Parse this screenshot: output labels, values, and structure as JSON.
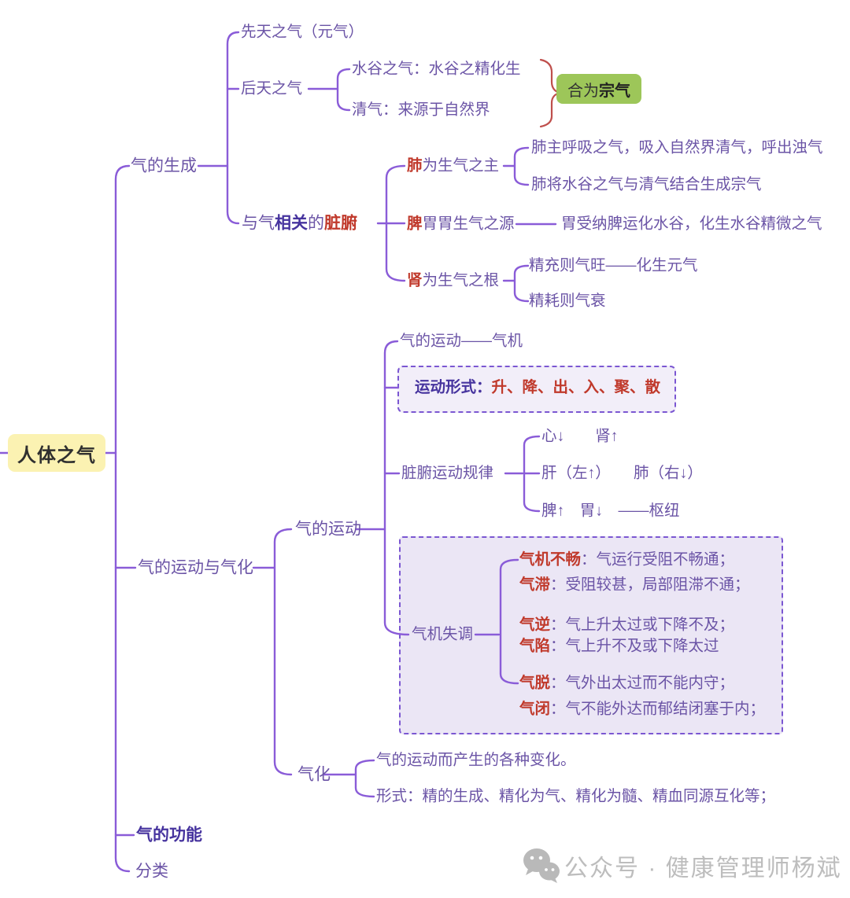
{
  "root": {
    "label": "人体之气"
  },
  "colors": {
    "line": "#8a5cd8",
    "text": "#6b54a6",
    "emphasis": "#46339e",
    "red": "#c0392b",
    "root_bg": "#fbf2b2",
    "zongqi_bg": "#9dc659",
    "dash_border": "#7b57d2",
    "xingshi_box_bg": "#f2eef9",
    "shitiao_box_bg": "#ebe6f5",
    "watermark": "#bdbdbd"
  },
  "nodes": {
    "shengcheng": [
      {
        "t": "气的生成"
      }
    ],
    "xiantian": [
      {
        "t": "先天之气（元气）"
      }
    ],
    "houtian": [
      {
        "t": "后天之气"
      }
    ],
    "shuigu": [
      {
        "t": "水谷之气：水谷之精化生"
      }
    ],
    "qingqi": [
      {
        "t": "清气：来源于自然界"
      }
    ],
    "hezong": [
      {
        "t": "合为",
        "c": "dark"
      },
      {
        "t": "宗气",
        "c": "darkb"
      }
    ],
    "zangfu": [
      {
        "t": "与气"
      },
      {
        "t": "相关",
        "c": "em"
      },
      {
        "t": "的"
      },
      {
        "t": "脏腑",
        "c": "red"
      }
    ],
    "fei": [
      {
        "t": "肺",
        "c": "red"
      },
      {
        "t": "为生气之主"
      }
    ],
    "fei_c1": [
      {
        "t": "肺主呼吸之气，吸入自然界清气，呼出浊气"
      }
    ],
    "fei_c2": [
      {
        "t": "肺将水谷之气与清气结合生成宗气"
      }
    ],
    "pi": [
      {
        "t": "脾",
        "c": "red"
      },
      {
        "t": "胃胃生气之源"
      }
    ],
    "pi_c1": [
      {
        "t": "胃受纳脾运化水谷，化生水谷精微之气"
      }
    ],
    "shen": [
      {
        "t": "肾",
        "c": "red"
      },
      {
        "t": "为生气之根"
      }
    ],
    "shen_c1": [
      {
        "t": "精充则气旺——化生元气"
      }
    ],
    "shen_c2": [
      {
        "t": "精耗则气衰"
      }
    ],
    "yunqihua": [
      {
        "t": "气的运动与气化"
      }
    ],
    "yundong": [
      {
        "t": "气的运动"
      }
    ],
    "qiji": [
      {
        "t": "气的运动——气机"
      }
    ],
    "xingshi": [
      {
        "t": "运动形式",
        "c": "em"
      },
      {
        "t": "：",
        "c": "em"
      },
      {
        "t": "升、降、出、入、聚、散",
        "c": "red"
      }
    ],
    "guilv": [
      {
        "t": "脏腑运动规律"
      }
    ],
    "xin_shen": [
      {
        "t": "心↓　　肾↑"
      }
    ],
    "gan_fei": [
      {
        "t": "肝（左↑）　　肺（右↓）"
      }
    ],
    "pi_wei": [
      {
        "t": "脾↑　胃↓　——枢纽"
      }
    ],
    "shitiao": [
      {
        "t": "气机失调"
      }
    ],
    "buchang": [
      {
        "t": "气机不畅",
        "c": "red"
      },
      {
        "t": "：气运行受阻不畅通；"
      }
    ],
    "qizhi": [
      {
        "t": "气滞",
        "c": "red"
      },
      {
        "t": "：受阻较甚，局部阻滞不通；"
      }
    ],
    "qini": [
      {
        "t": "气逆",
        "c": "red"
      },
      {
        "t": "：气上升太过或下降不及；"
      }
    ],
    "qixian": [
      {
        "t": "气陷",
        "c": "red"
      },
      {
        "t": "：气上升不及或下降太过"
      }
    ],
    "qituo": [
      {
        "t": "气脱",
        "c": "red"
      },
      {
        "t": "：气外出太过而不能内守；"
      }
    ],
    "qibi": [
      {
        "t": "气闭",
        "c": "red"
      },
      {
        "t": "：气不能外达而郁结闭塞于内；"
      }
    ],
    "qihua": [
      {
        "t": "气化"
      }
    ],
    "qihua_c1": [
      {
        "t": "气的运动而产生的各种变化。"
      }
    ],
    "qihua_c2": [
      {
        "t": "形式：精的生成、精化为气、精化为髓、精血同源互化等；"
      }
    ],
    "gongneng": [
      {
        "t": "气的功能",
        "c": "em"
      }
    ],
    "fenlei": [
      {
        "t": "分类"
      }
    ]
  },
  "watermark": {
    "label": "公众号 · 健康管理师杨斌",
    "icon": "wechat-icon"
  }
}
